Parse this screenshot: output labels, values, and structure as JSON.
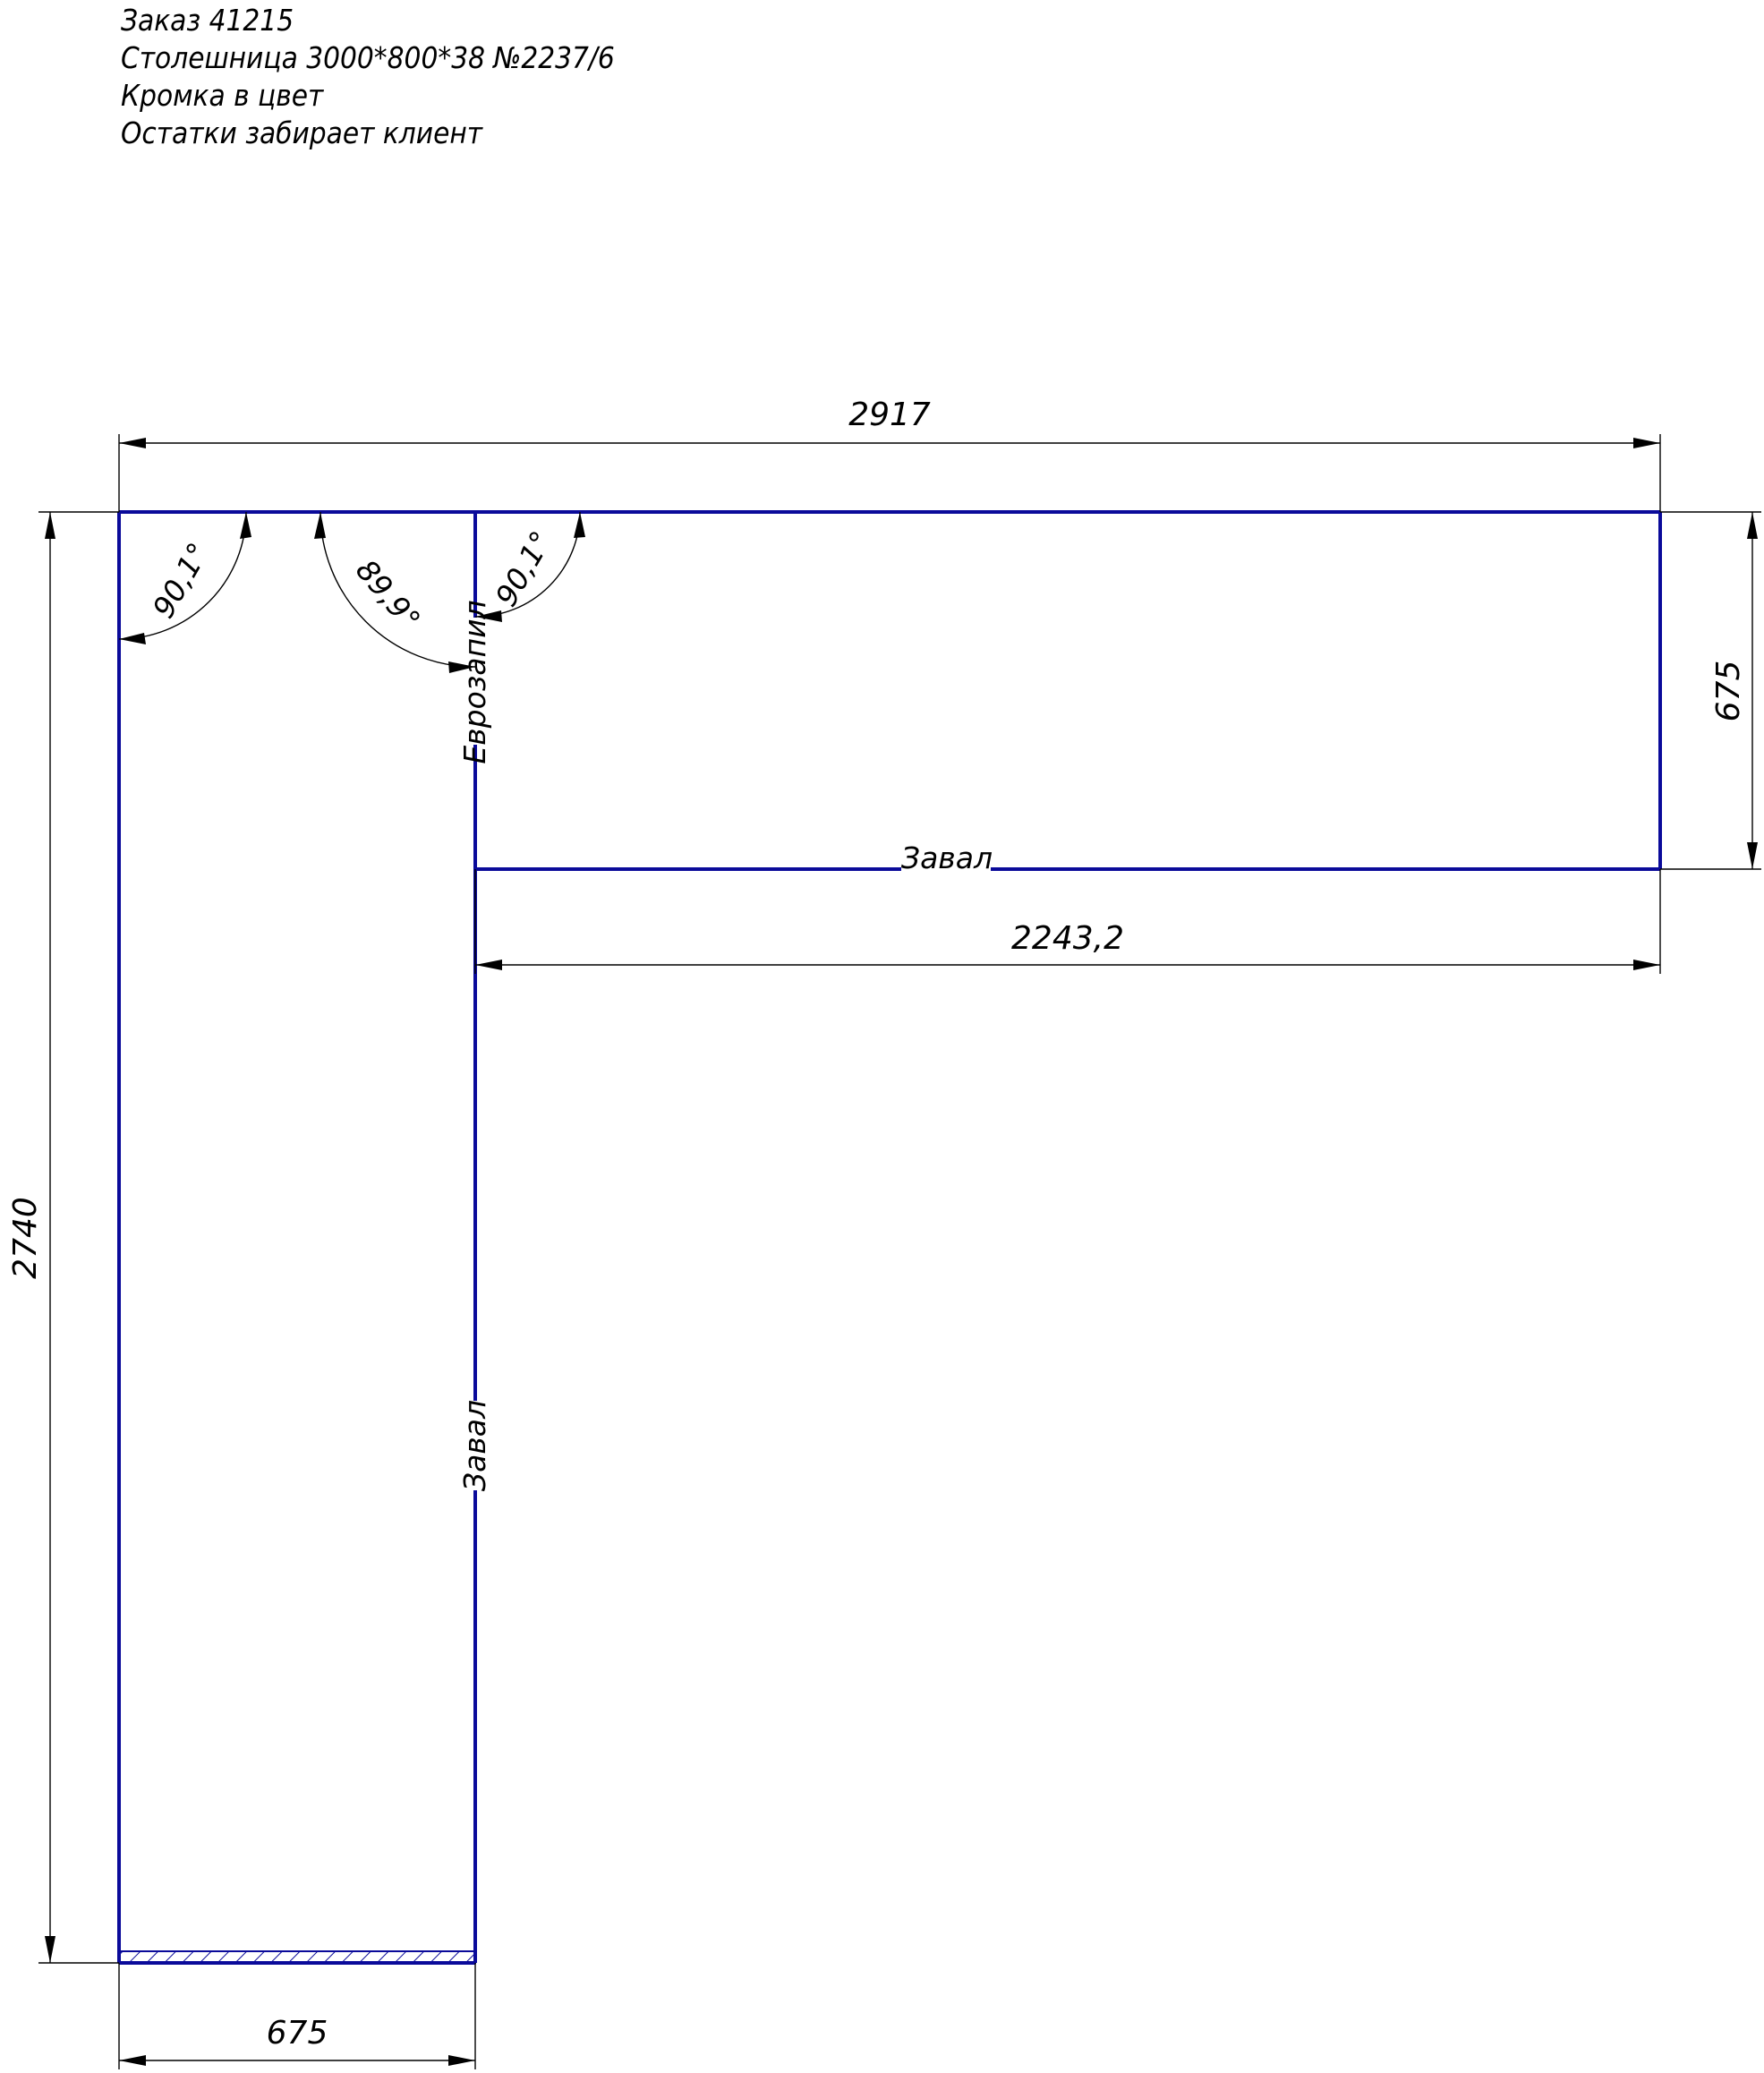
{
  "notes": [
    "Заказ 41215",
    "Столешница 3000*800*38 №2237/6",
    "Кромка в цвет",
    "Остатки забирает клиент"
  ],
  "dimensions": {
    "top_width": "2917",
    "right_height": "675",
    "inner_width": "2243,2",
    "left_height": "2740",
    "bottom_width": "675"
  },
  "angles": {
    "top_left": "90,1°",
    "inner_corner": "89,9°",
    "top_middle": "90,1°"
  },
  "edge_labels": {
    "joint": "Еврозапил",
    "inner_horizontal": "Завал",
    "inner_vertical": "Завал"
  },
  "colors": {
    "outline": "#0a0a9a",
    "dimension": "#000000"
  }
}
